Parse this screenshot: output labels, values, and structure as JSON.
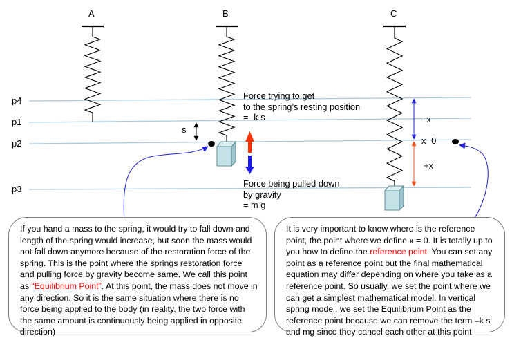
{
  "spring_labels": {
    "a": "A",
    "b": "B",
    "c": "C"
  },
  "level_labels": {
    "p4": "p4",
    "p1": "p1",
    "p2": "p2",
    "p3": "p3"
  },
  "s_label": "s",
  "force_up": {
    "line1": "Force trying to get",
    "line2": "to the spring’s resting position",
    "line3": "= -k s"
  },
  "force_down": {
    "line1": "Force being pulled down",
    "line2": "by gravity",
    "line3": "= m g"
  },
  "axis_labels": {
    "neg": "-x",
    "zero": "x=0",
    "pos": "+x"
  },
  "left_note": {
    "part1": "If you hand a mass to the spring, it would try to fall down and length of the spring would increase, but soon the mass would not fall down anymore because of the restoration force of the spring. This is the point where the springs restoration force and pulling force by gravity become same. We call this point as ",
    "highlight": "“Equilibrium Point”",
    "part2": ". At this point, the mass does not move in any direction. So it is the same situation where there is no force being applied to the body (in reality, the two force with the same amount is continuously being applied in opposite direction)"
  },
  "right_note": {
    "part1": "It is very important to know where is the reference point, the point where we define x = 0. It is totally up to you how to define the ",
    "highlight": "reference point",
    "part2": ". You can set any point as a reference point but the final mathematical equation may differ depending on where you take as a reference point. So usually, we set the point where we can get a simplest mathematical model. In vertical spring model, we set the Equilibrium Point as the reference point because we can remove the term –k s and mg since they cancel each other at this point"
  },
  "colors": {
    "level_line": "#a9cbe0",
    "block_face": "#c4e1e8",
    "block_edge": "#5f8f99",
    "arrow_up": "#ff3300",
    "arrow_down": "#1a1ae6",
    "blue_arrow": "#2020d0",
    "orange_arrow": "#e8501c",
    "highlight": "#ff0000",
    "note_border": "#7f7f7f"
  }
}
